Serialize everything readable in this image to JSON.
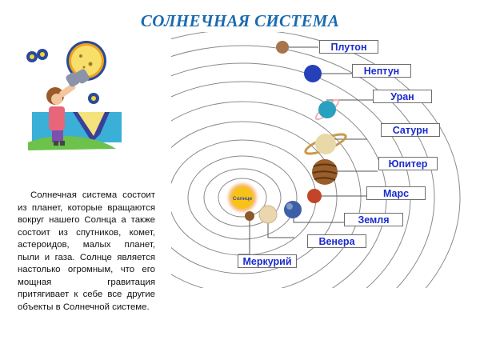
{
  "title": "СОЛНЕЧНАЯ СИСТЕМА",
  "description": "Солнечная система состоит из планет, которые вращаются вокруг нашего Солнца а также состоит из спутников, комет, астероидов, малых планет, пыли и газа. Солнце является настолько огромным, что его мощная гравитация притягивает к себе все другие объекты в Солнечной системе.",
  "sun": {
    "label": "Солнце",
    "color": "#f7c21a"
  },
  "planets": [
    {
      "name": "Меркурий",
      "color": "#8a5a2b"
    },
    {
      "name": "Венера",
      "color": "#ead7b0"
    },
    {
      "name": "Земля",
      "color": "#3d5fa8"
    },
    {
      "name": "Марс",
      "color": "#c2452a"
    },
    {
      "name": "Юпитер",
      "color": "#9a5e2a"
    },
    {
      "name": "Сатурн",
      "color": "#e9d9a8"
    },
    {
      "name": "Уран",
      "color": "#2aa0c0"
    },
    {
      "name": "Нептун",
      "color": "#2540b8"
    },
    {
      "name": "Плутон",
      "color": "#a8744a"
    }
  ],
  "colors": {
    "title": "#1a6bb0",
    "label_text": "#1a2ccc",
    "orbit": "#8a8a8a"
  }
}
